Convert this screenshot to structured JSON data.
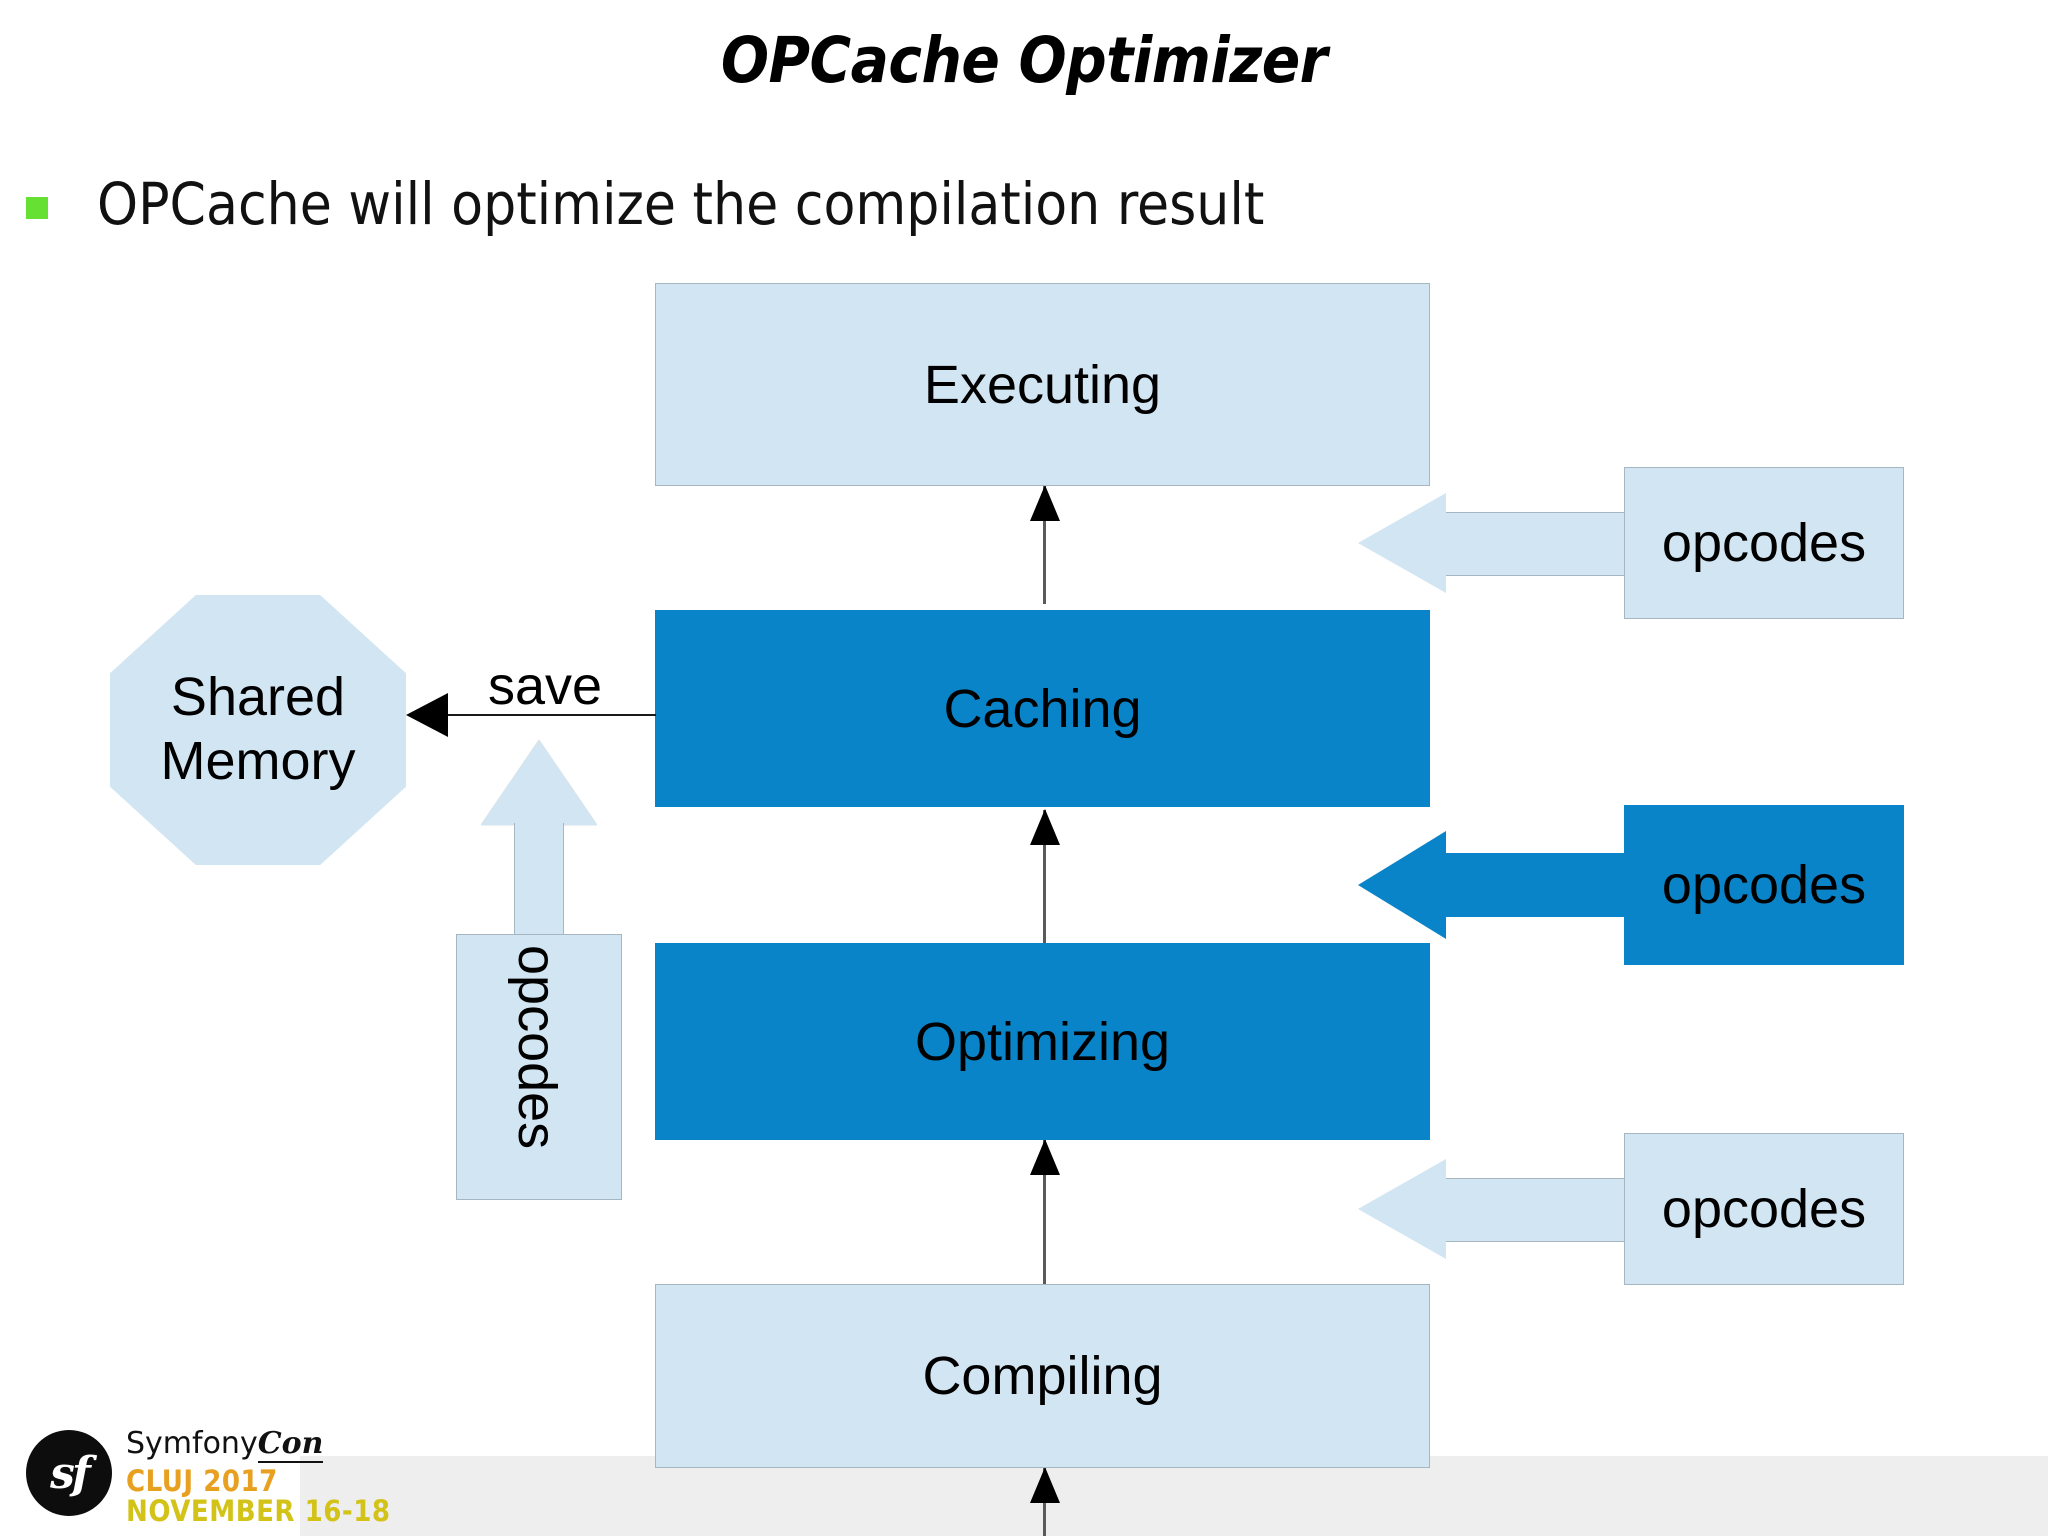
{
  "slide": {
    "title": "OPCache Optimizer",
    "bullets": [
      {
        "marker_color": "#66e032",
        "text": "OPCache will optimize the compilation result"
      }
    ]
  },
  "diagram": {
    "type": "flow",
    "colors": {
      "light_blue": "#d2e5f2",
      "dark_blue": "#0a84c9",
      "box_border": "#a7b7c2",
      "arrow_black": "#000000"
    },
    "stages": [
      {
        "label": "Executing",
        "style": "light"
      },
      {
        "label": "Caching",
        "style": "dark"
      },
      {
        "label": "Optimizing",
        "style": "dark"
      },
      {
        "label": "Compiling",
        "style": "light"
      }
    ],
    "inputs": [
      {
        "label": "opcodes",
        "style": "light",
        "target": "Executing"
      },
      {
        "label": "opcodes",
        "style": "dark",
        "target": "Caching"
      },
      {
        "label": "opcodes",
        "style": "light",
        "target": "Optimizing"
      }
    ],
    "storage": {
      "shape": "octagon",
      "label_line1": "Shared",
      "label_line2": "Memory",
      "style": "light"
    },
    "edges": [
      {
        "label": "save",
        "from": "Caching",
        "to": "Shared Memory",
        "style": "black-arrow"
      },
      {
        "label": "opcodes",
        "from": "Shared Memory",
        "to": "Caching",
        "style": "light-block-arrow",
        "orientation": "up"
      }
    ]
  },
  "footer": {
    "logo": {
      "mark": "sf",
      "wordmark_main": "Symfony",
      "wordmark_accent": "Con",
      "city_line": "CLUJ 2017",
      "date_line": "NOVEMBER 16-18",
      "city_color": "#e8a020",
      "date_color": "#d3c318"
    }
  }
}
